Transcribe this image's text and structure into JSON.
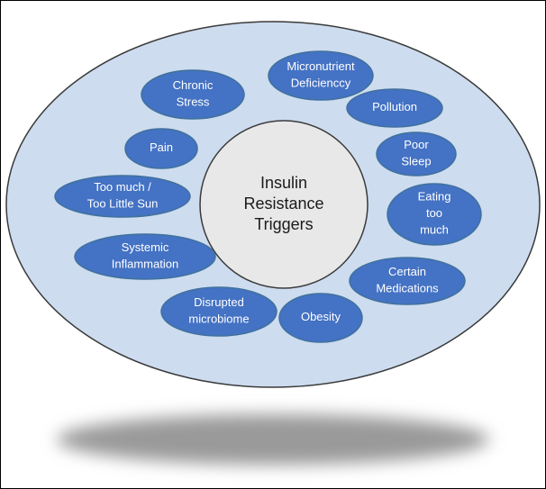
{
  "colors": {
    "outer_fill": "#cddcef",
    "outer_stroke": "#3a3a3a",
    "center_fill": "#e8e8e8",
    "center_stroke": "#3a3a3a",
    "bubble_fill": "#4472c4",
    "bubble_stroke": "#41719c",
    "bubble_text": "#ffffff",
    "center_text": "#1a1a1a",
    "shadow": "#9a9a9a"
  },
  "center": {
    "lines": [
      "Insulin",
      "Resistance",
      "Triggers"
    ]
  },
  "triggers": [
    {
      "lines": [
        "Micronutrient",
        "Deficienccy"
      ]
    },
    {
      "lines": [
        "Chronic",
        "Stress"
      ]
    },
    {
      "lines": [
        "Pollution"
      ]
    },
    {
      "lines": [
        "Pain"
      ]
    },
    {
      "lines": [
        "Poor",
        "Sleep"
      ]
    },
    {
      "lines": [
        "Too much /",
        "Too Little Sun"
      ]
    },
    {
      "lines": [
        "Eating",
        "too",
        "much"
      ]
    },
    {
      "lines": [
        "Systemic",
        "Inflammation"
      ]
    },
    {
      "lines": [
        "Certain",
        "Medications"
      ]
    },
    {
      "lines": [
        "Disrupted",
        "microbiome"
      ]
    },
    {
      "lines": [
        "Obesity"
      ]
    }
  ]
}
